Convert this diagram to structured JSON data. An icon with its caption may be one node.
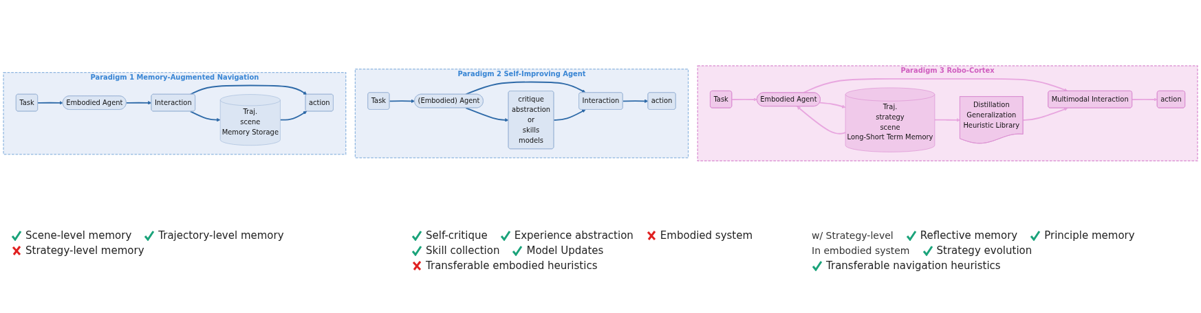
{
  "diagram": {
    "nodes": [
      {
        "text": [
          "Paradigm 1 Memory-Augmented Navigation"
        ]
      },
      {
        "text": [
          "Task"
        ],
        "in": 0
      },
      {
        "text": [
          "Embodied Agent"
        ],
        "in": 0
      },
      {
        "text": [
          "Interaction"
        ],
        "in": 0
      },
      {
        "text": [
          "action"
        ],
        "in": 0
      },
      {
        "text": [
          "Traj.",
          "scene",
          "Memory Storage"
        ],
        "in": 0
      },
      {
        "text": [
          "Paradigm 2 Self-Improving Agent"
        ]
      },
      {
        "text": [
          "Task"
        ],
        "in": 6
      },
      {
        "text": [
          "(Embodied) Agent"
        ],
        "in": 6
      },
      {
        "text": [
          "Interaction"
        ],
        "in": 6
      },
      {
        "text": [
          "action"
        ],
        "in": 6
      },
      {
        "text": [
          "critique",
          "abstraction",
          "or",
          "skills",
          "models"
        ],
        "in": 6
      },
      {
        "text": [
          "Paradigm 3 Robo-Cortex"
        ]
      },
      {
        "text": [
          "Task"
        ],
        "in": 12
      },
      {
        "text": [
          "Embodied Agent"
        ],
        "in": 12
      },
      {
        "text": [
          "Multimodal Interaction"
        ],
        "in": 12
      },
      {
        "text": [
          "action"
        ],
        "in": 12
      },
      {
        "text": [
          "Traj.",
          "strategy",
          "scene",
          "Long-Short Term Memory"
        ],
        "in": 12
      },
      {
        "text": [
          "Distillation",
          "Generalization",
          "Heuristic Library"
        ],
        "in": 12
      }
    ],
    "edges": [
      {
        "from": 1,
        "to": 2,
        "arrow": "to"
      },
      {
        "from": 2,
        "to": 3,
        "arrow": "to"
      },
      {
        "from": 3,
        "to": 4,
        "arrow": "to"
      },
      {
        "from": 3,
        "to": 5,
        "arrow": "to"
      },
      {
        "from": 5,
        "to": 4,
        "arrow": "to"
      },
      {
        "from": 7,
        "to": 8,
        "arrow": "to"
      },
      {
        "from": 8,
        "to": 9,
        "arrow": "to"
      },
      {
        "from": 9,
        "to": 10,
        "arrow": "to"
      },
      {
        "from": 8,
        "to": 11,
        "arrow": "to"
      },
      {
        "from": 11,
        "to": 9,
        "arrow": "to"
      },
      {
        "from": 13,
        "to": 14,
        "arrow": "to",
        "color": "#e8a6df"
      },
      {
        "from": 14,
        "to": 15,
        "arrow": "to",
        "color": "#e8a6df"
      },
      {
        "from": 15,
        "to": 16,
        "arrow": "to",
        "color": "#e8a6df"
      },
      {
        "from": 14,
        "to": 17,
        "arrow": "to",
        "color": "#e8a6df"
      },
      {
        "from": 17,
        "to": 14,
        "arrow": "to",
        "color": "#e8a6df"
      },
      {
        "from": 17,
        "to": 18,
        "arrow": "to",
        "color": "#e8a6df"
      },
      {
        "from": 18,
        "to": 15,
        "arrow": "to",
        "color": "#e8a6df"
      }
    ],
    "labels": [
      "Scene-level memory",
      "Trajectory-level memory",
      "Strategy-level memory",
      "Self-critique",
      "Experience abstraction",
      "Embodied system",
      "Skill collection",
      "Model Updates",
      "Transferable embodied heuristics",
      "w/ Strategy-level",
      "Reflective memory",
      "Principle memory",
      "In embodied system",
      "Strategy evolution",
      "Transferable navigation heuristics"
    ]
  }
}
